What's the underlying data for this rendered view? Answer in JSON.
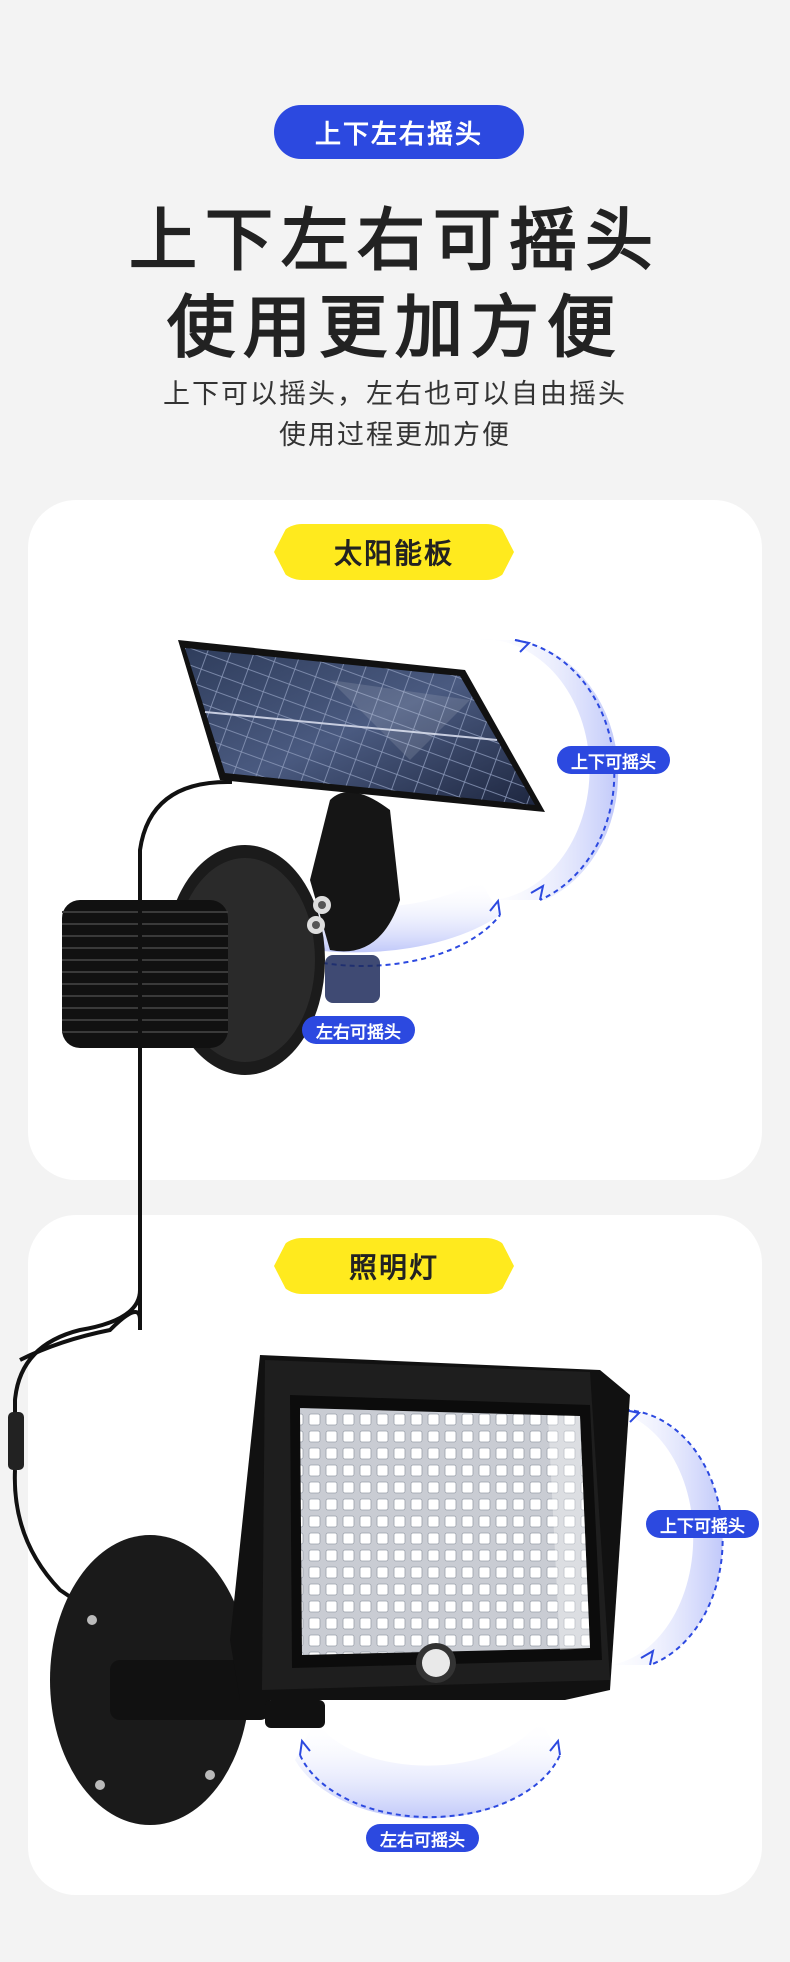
{
  "header": {
    "pill": "上下左右摇头",
    "title_line1": "上下左右可摇头",
    "title_line2": "使用更加方便",
    "subtitle_line1": "上下可以摇头，左右也可以自由摇头",
    "subtitle_line2": "使用过程更加方便"
  },
  "solar_card": {
    "label": "太阳能板",
    "tag_updown": "上下可摇头",
    "tag_leftright": "左右可摇头"
  },
  "light_card": {
    "label": "照明灯",
    "tag_updown": "上下可摇头",
    "tag_leftright": "左右可摇头"
  },
  "colors": {
    "accent_blue": "#2c49e0",
    "label_yellow": "#ffea1e",
    "background": "#f3f3f3"
  }
}
